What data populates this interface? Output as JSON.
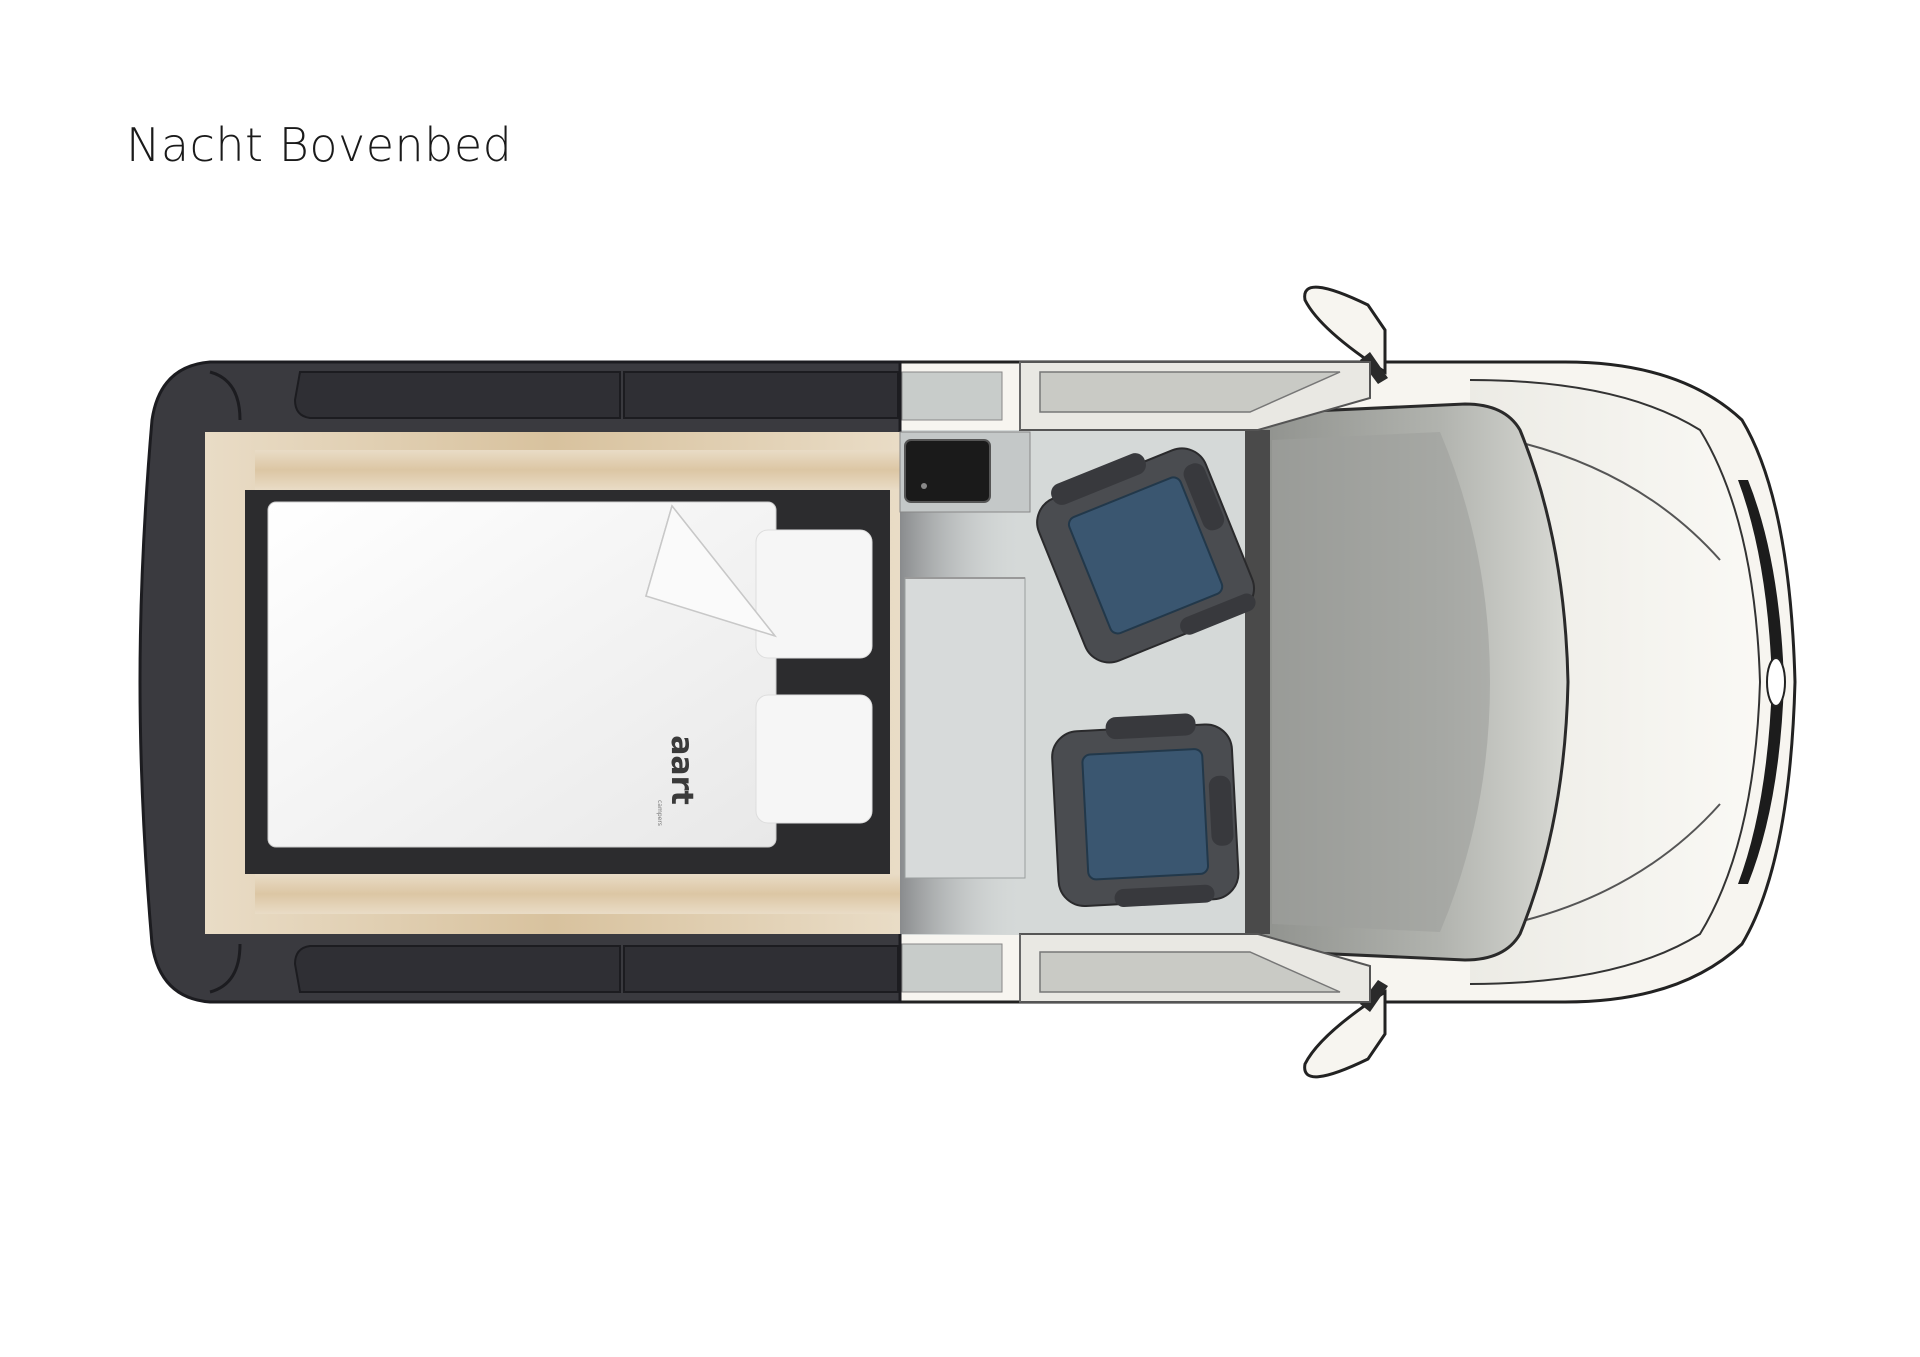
{
  "title": "Nacht Bovenbed",
  "brand": {
    "logo_text": "aart",
    "tagline": "campers"
  },
  "colors": {
    "roof_dark": "#3a3a3f",
    "wood": "#e5d3b8",
    "mattress": "#ffffff",
    "seat_shell": "#4a4c50",
    "seat_cushion": "#3a5670",
    "floor": "#d5d9d8",
    "windshield": "#9a9c98",
    "body": "#f7f5f0",
    "tail_light": "#c8242c",
    "logo_accent": "#3a8fb0"
  }
}
